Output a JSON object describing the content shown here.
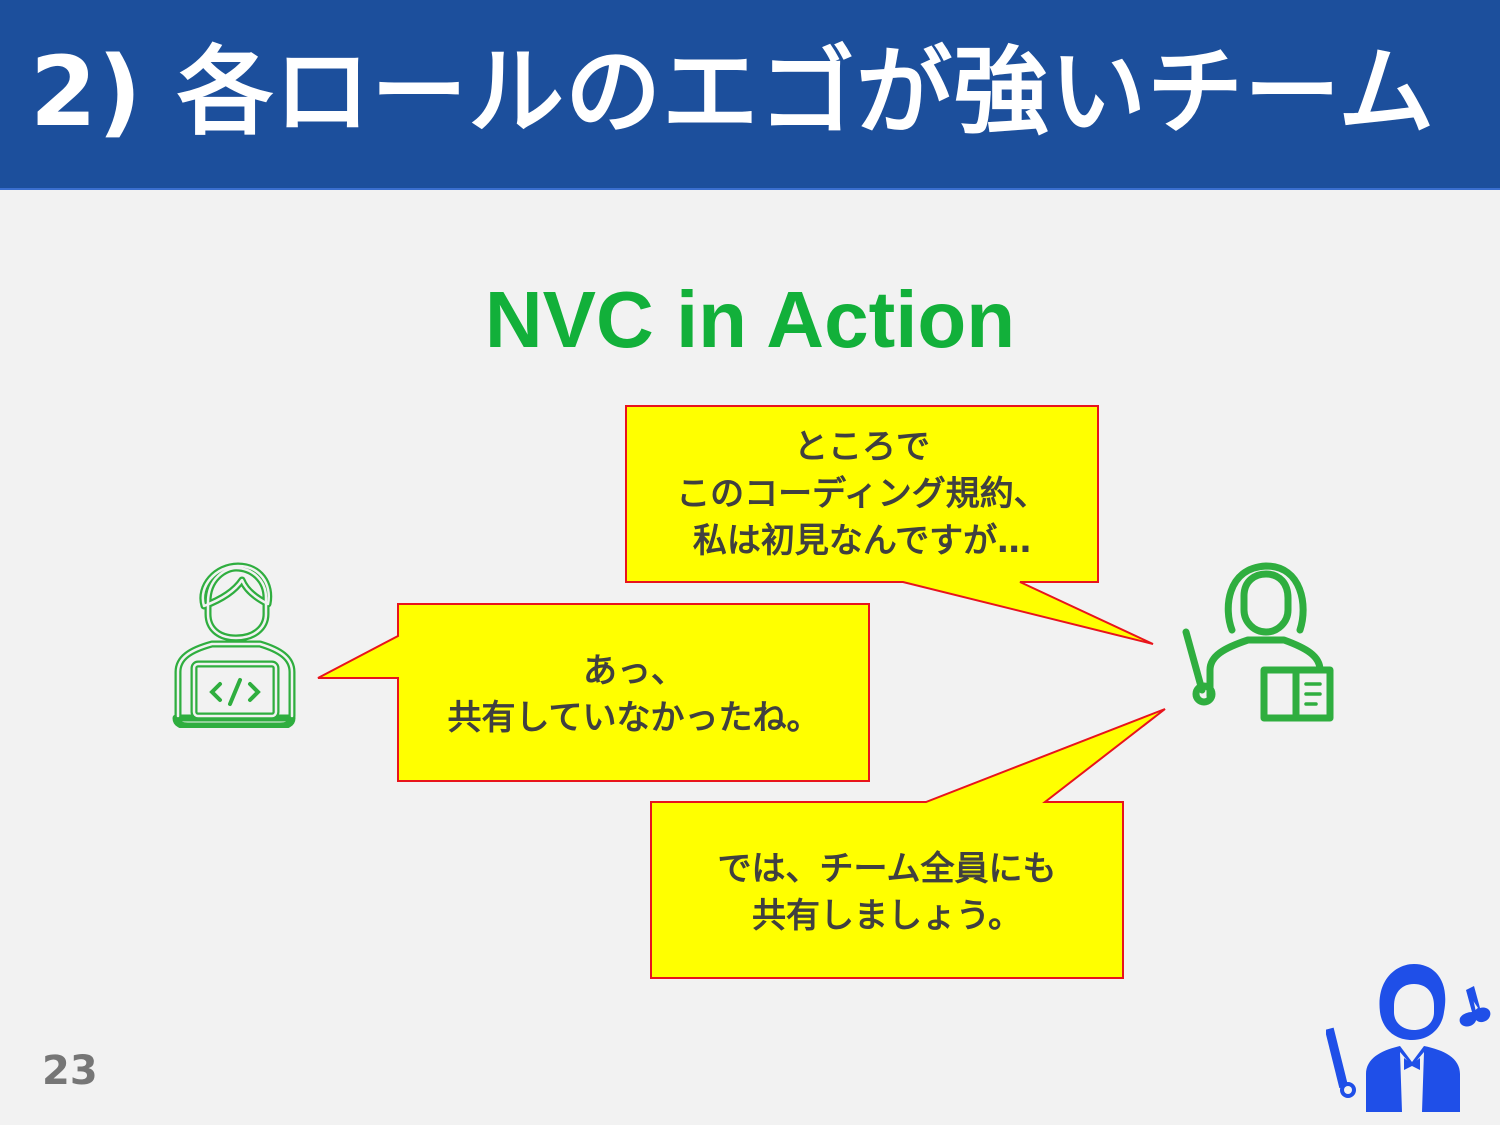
{
  "header": {
    "title": "2) 各ロールのエゴが強いチーム",
    "background": "#1c4f9c"
  },
  "subtitle": {
    "text": "NVC in Action",
    "color": "#12b03a"
  },
  "bubbles": {
    "top": {
      "text": "ところで\nこのコーディング規約、\n私は初見なんですが…"
    },
    "left": {
      "text": "あっ、\n共有していなかったね。"
    },
    "bottom": {
      "text": "では、チーム全員にも\n共有しましょう。"
    },
    "fill": "#ffff00",
    "border": "#e8141c"
  },
  "icons": {
    "developer": "developer-laptop-icon",
    "presenter": "presenter-pointer-icon",
    "conductor": "conductor-icon"
  },
  "page_number": "23"
}
